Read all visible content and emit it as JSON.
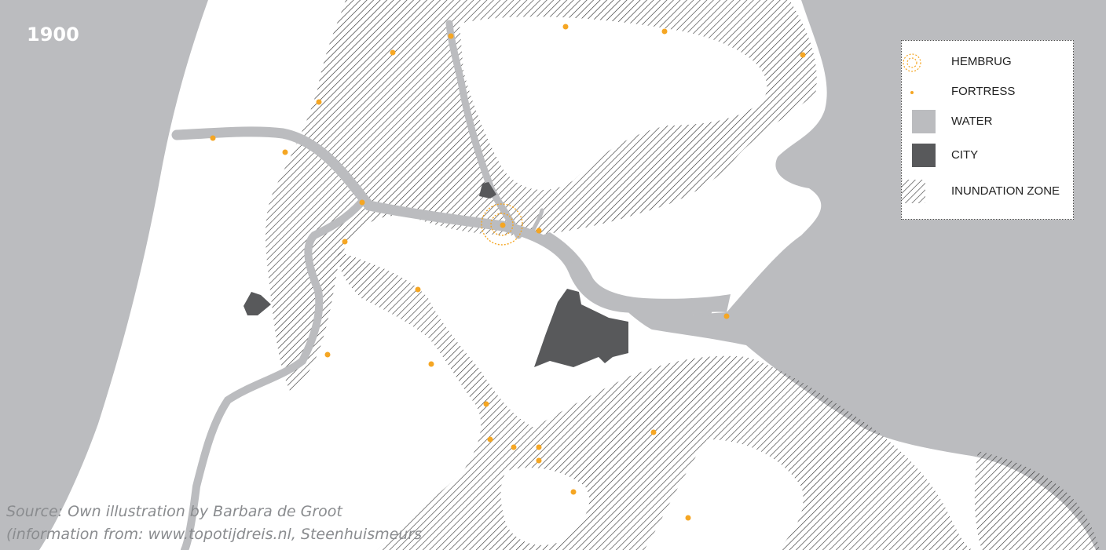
{
  "map": {
    "year_label": "1900",
    "colors": {
      "water": "#bbbcbf",
      "city": "#58595b",
      "fortress": "#f5a623",
      "hatch": "#2b2b2b",
      "land": "#ffffff"
    },
    "legend": {
      "items": [
        {
          "icon": "hembrug-ring-icon",
          "label": "HEMBRUG"
        },
        {
          "icon": "fortress-dot-icon",
          "label": "FORTRESS"
        },
        {
          "icon": "water-swatch-icon",
          "label": "WATER"
        },
        {
          "icon": "city-swatch-icon",
          "label": "CITY"
        },
        {
          "icon": "inundation-hatch-icon",
          "label": "INUNDATION ZONE"
        }
      ]
    },
    "source": {
      "line1": "Source: Own illustration by Barbara de Groot",
      "line2": "(information from: www.topotijdreis.nl, Steenhuismeurs"
    }
  }
}
